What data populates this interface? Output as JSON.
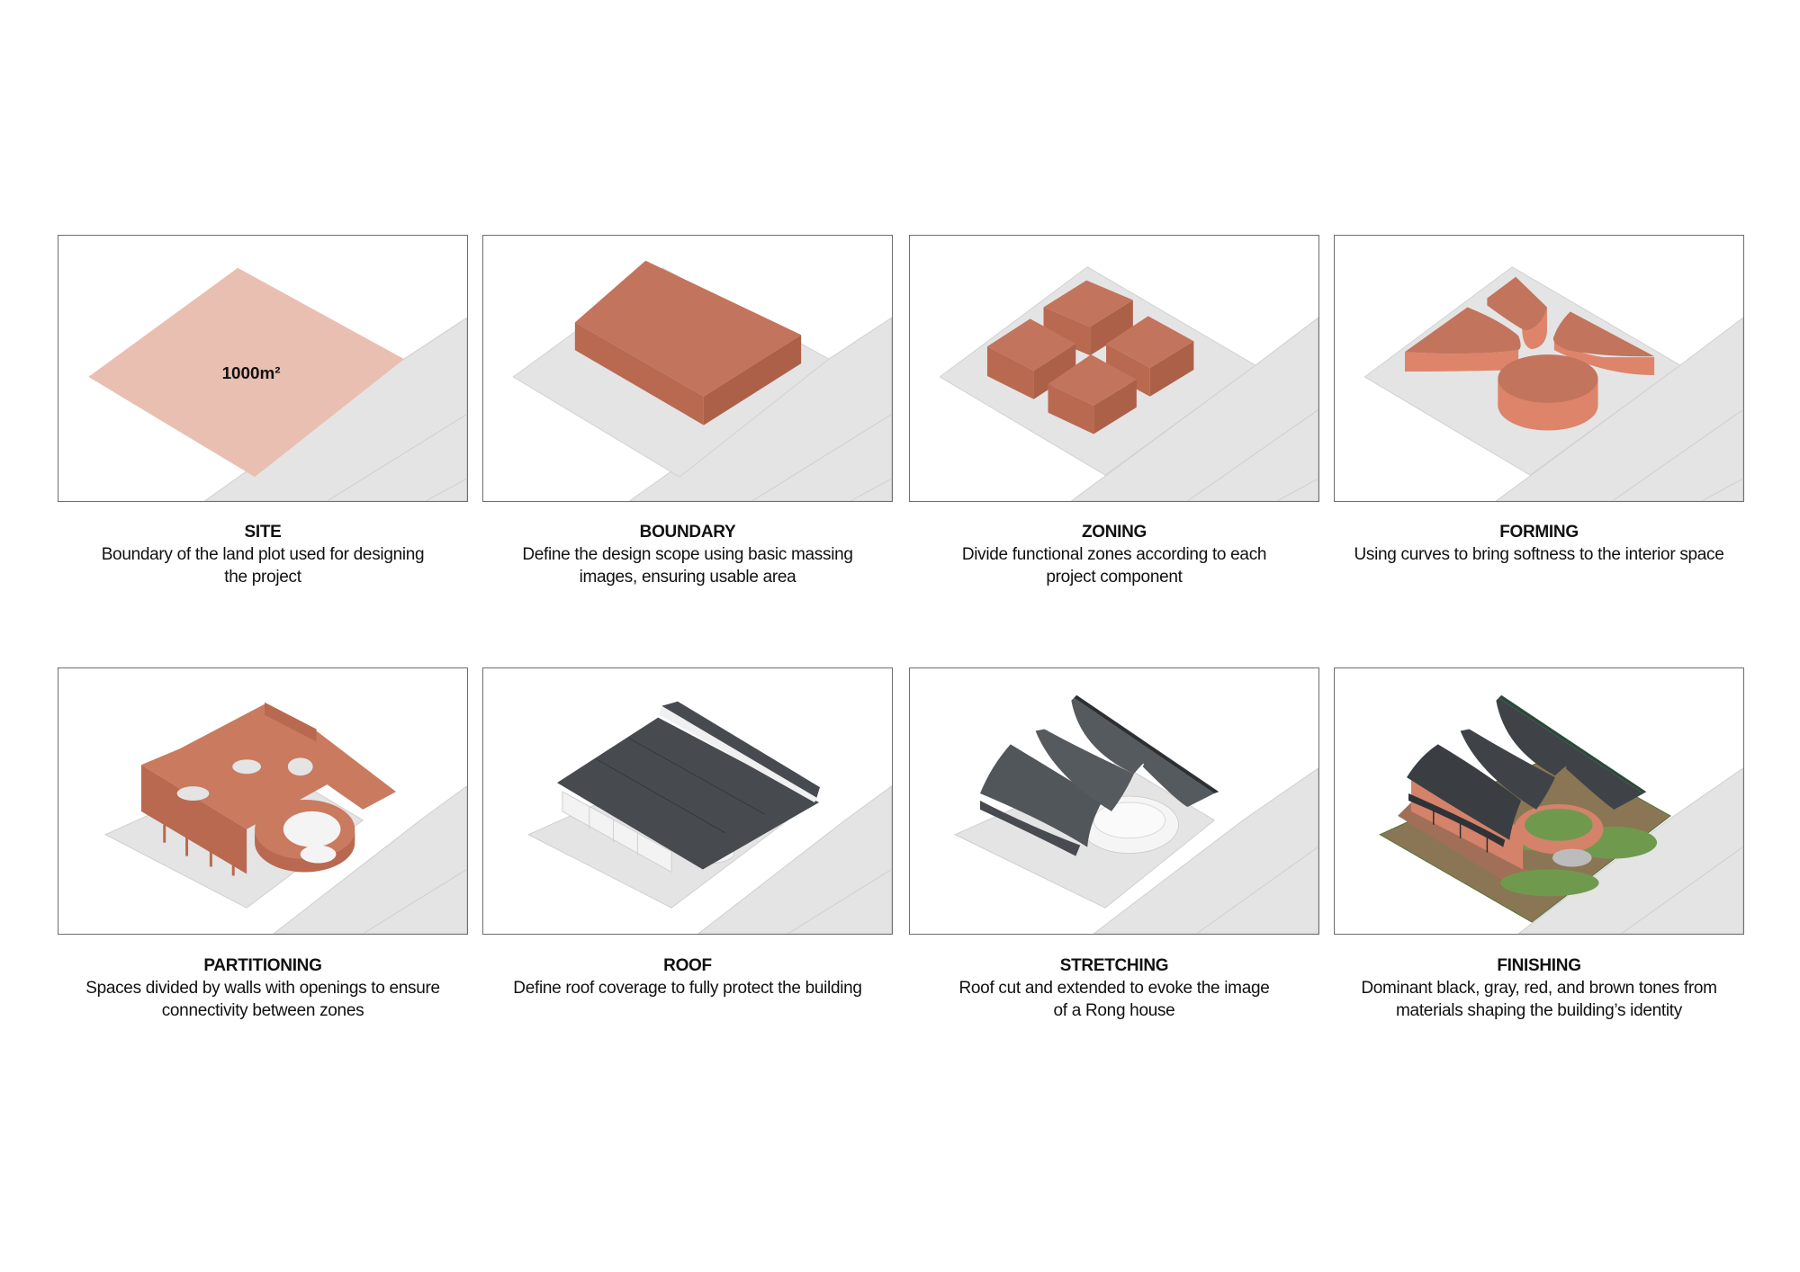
{
  "diagram": {
    "steps": [
      {
        "id": "site",
        "title": "SITE",
        "desc_line1": "Boundary of the land plot used for designing",
        "desc_line2": "the project",
        "label": "1000m²"
      },
      {
        "id": "boundary",
        "title": "BOUNDARY",
        "desc_line1": "Define the design scope using basic massing",
        "desc_line2": "images, ensuring usable area"
      },
      {
        "id": "zoning",
        "title": "ZONING",
        "desc_line1": "Divide functional zones according to each",
        "desc_line2": "project component"
      },
      {
        "id": "forming",
        "title": "FORMING",
        "desc_line1": "Using curves to bring softness to the interior space",
        "desc_line2": ""
      },
      {
        "id": "partitioning",
        "title": "PARTITIONING",
        "desc_line1": "Spaces divided by walls with openings to ensure",
        "desc_line2": "connectivity between zones"
      },
      {
        "id": "roof",
        "title": "ROOF",
        "desc_line1": "Define roof coverage to fully protect the building",
        "desc_line2": ""
      },
      {
        "id": "stretching",
        "title": "STRETCHING",
        "desc_line1": "Roof cut and extended to evoke the image",
        "desc_line2": "of a Rong house"
      },
      {
        "id": "finishing",
        "title": "FINISHING",
        "desc_line1": "Dominant black, gray, red, and brown tones from",
        "desc_line2": "materials shaping the building’s identity"
      }
    ],
    "colors": {
      "site_fill": "#e9bfb2",
      "mass_top": "#c2745c",
      "mass_side": "#b2654e",
      "mass_light": "#de846a",
      "ground": "#e4e4e4",
      "roof": "#474b4f",
      "lawn": "#6f9a4e",
      "soil": "#8a7655",
      "panel_border": "#6e6e6e"
    }
  }
}
